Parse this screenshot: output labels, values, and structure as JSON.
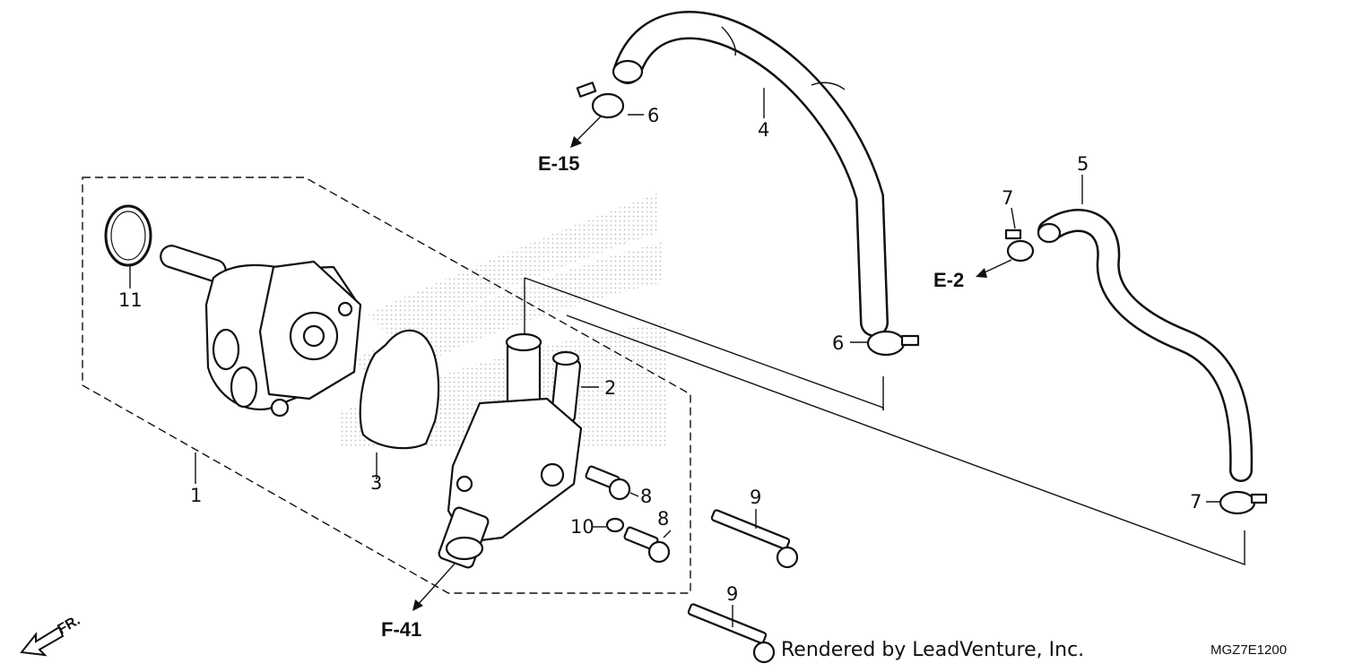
{
  "callouts": {
    "c1": "1",
    "c2": "2",
    "c3": "3",
    "c4": "4",
    "c5": "5",
    "c6a": "6",
    "c6b": "6",
    "c7a": "7",
    "c7b": "7",
    "c8a": "8",
    "c8b": "8",
    "c9a": "9",
    "c9b": "9",
    "c10": "10",
    "c11": "11"
  },
  "references": {
    "e15": "E-15",
    "e2": "E-2",
    "f41": "F-41"
  },
  "front_indicator": "FR.",
  "credit": "Rendered by LeadVenture, Inc.",
  "diagram_code": "MGZ7E1200",
  "colors": {
    "ink": "#111111",
    "background": "#ffffff",
    "watermark": "#bdbdbd"
  }
}
